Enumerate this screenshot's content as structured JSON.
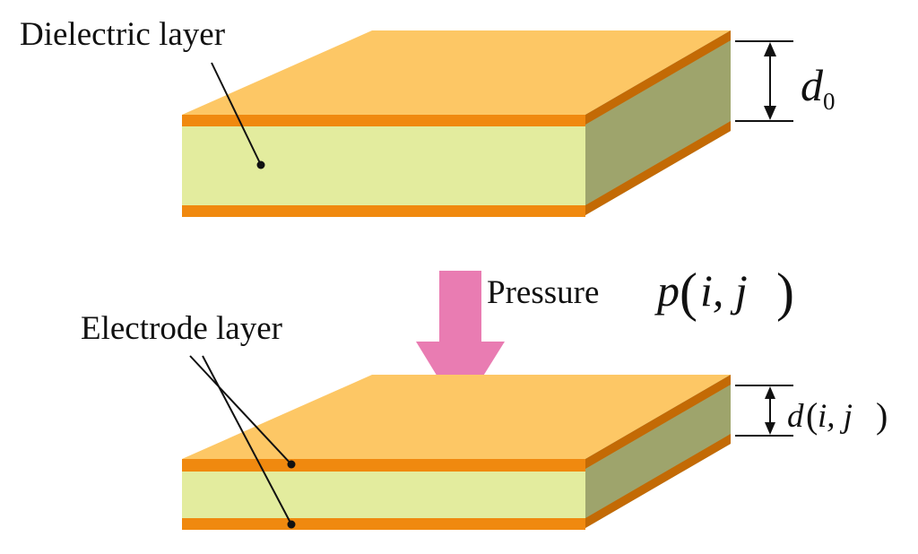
{
  "labels": {
    "dielectric": "Dielectric layer",
    "electrode": "Electrode layer",
    "pressure": "Pressure"
  },
  "math": {
    "d0_symbol": "d",
    "d0_subscript": "0",
    "pressure_fn": "p",
    "pressure_args": "i, j",
    "d_fn": "d",
    "d_args": "i, j"
  },
  "colors": {
    "top_face": "#fdc765",
    "electrode": "#f0890f",
    "electrode_dark": "#c36a05",
    "dielectric_front": "#e3ec9e",
    "dielectric_side": "#9ea46c",
    "arrow": "#e97cb2",
    "ink": "#111111"
  }
}
